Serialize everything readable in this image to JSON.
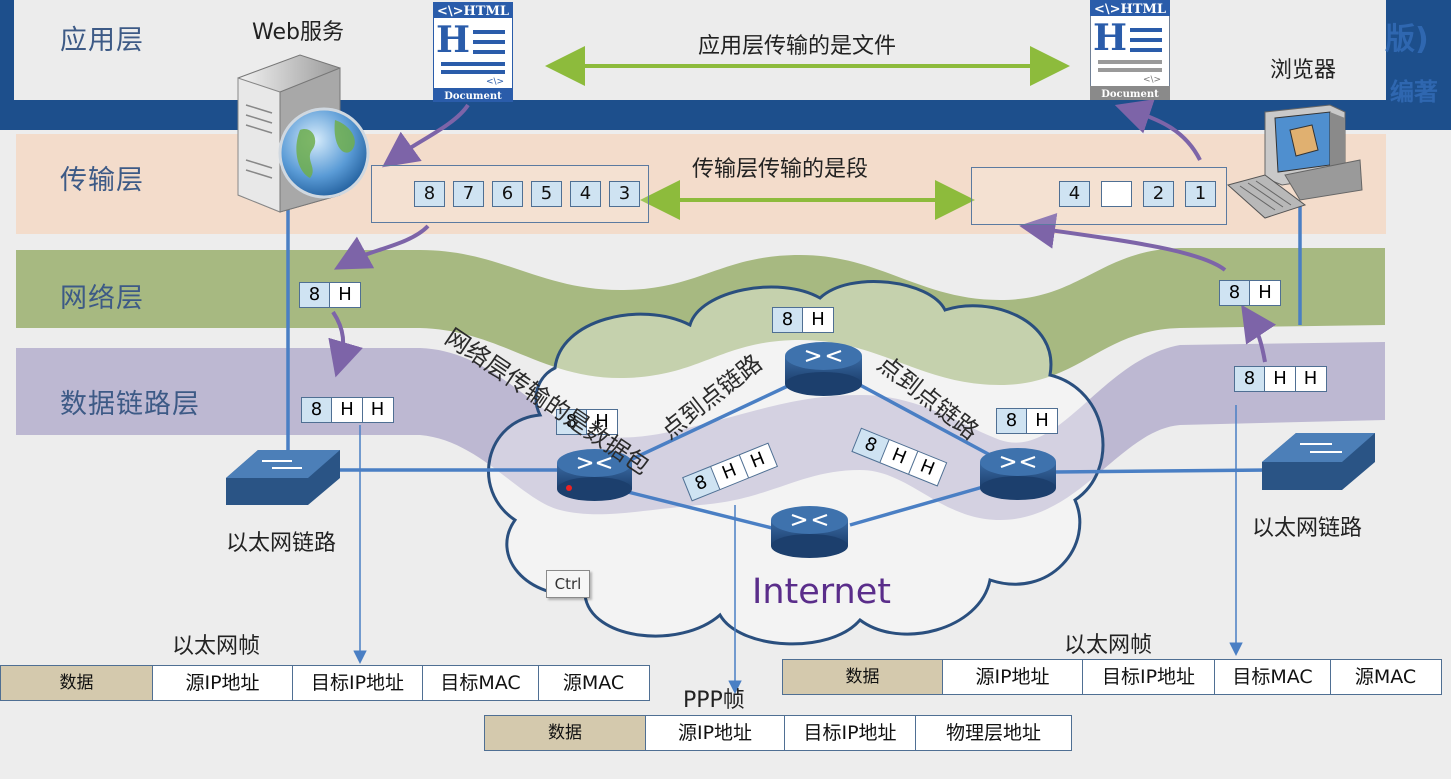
{
  "layers": {
    "application": "应用层",
    "transport": "传输层",
    "network": "网络层",
    "datalink": "数据链路层"
  },
  "hosts": {
    "server_label": "Web服务",
    "browser_label": "浏览器"
  },
  "documents": {
    "tag": "<\\>HTML",
    "letter": "H",
    "caption": "Document",
    "tag2": "<\\>"
  },
  "notes": {
    "app_transfer": "应用层传输的是文件",
    "transport_transfer": "传输层传输的是段",
    "network_transfer": "网络层传输的是数据包",
    "p2p_left": "点到点链路",
    "p2p_right": "点到点链路",
    "ethernet_left": "以太网链路",
    "ethernet_right": "以太网链路",
    "internet": "Internet",
    "ctrl": "Ctrl",
    "corner_top": "版)",
    "corner_bottom": "编著"
  },
  "segments_left": [
    "8",
    "7",
    "6",
    "5",
    "4",
    "3"
  ],
  "segments_right": [
    "4",
    "",
    "2",
    "1"
  ],
  "packets": {
    "network_left": [
      "8",
      "H"
    ],
    "datalink_left": [
      "8",
      "H",
      "H"
    ],
    "router_top": [
      "8",
      "H"
    ],
    "router_right": [
      "8",
      "H"
    ],
    "router_left": [
      "8",
      "H"
    ],
    "link_mid": [
      "8",
      "H",
      "H"
    ],
    "link_right": [
      "8",
      "H",
      "H"
    ],
    "network_right": [
      "8",
      "H"
    ],
    "datalink_right": [
      "8",
      "H",
      "H"
    ]
  },
  "frames": {
    "ethernet_left": {
      "title": "以太网帧",
      "cells": [
        "数据",
        "源IP地址",
        "目标IP地址",
        "目标MAC",
        "源MAC"
      ]
    },
    "ppp": {
      "title": "PPP帧",
      "cells": [
        "数据",
        "源IP地址",
        "目标IP地址",
        "物理层地址"
      ]
    },
    "ethernet_right": {
      "title": "以太网帧",
      "cells": [
        "数据",
        "源IP地址",
        "目标IP地址",
        "目标MAC",
        "源MAC"
      ]
    }
  },
  "colors": {
    "header_blue": "#1d4f8c",
    "transport_band": "#f3dccb",
    "network_band": "#9fb274",
    "datalink_band": "#b4aecc",
    "arrow_green": "#8dbb3c",
    "arrow_purple": "#7d64a8",
    "link_blue": "#4a7fc4",
    "router_blue": "#2a5485"
  }
}
